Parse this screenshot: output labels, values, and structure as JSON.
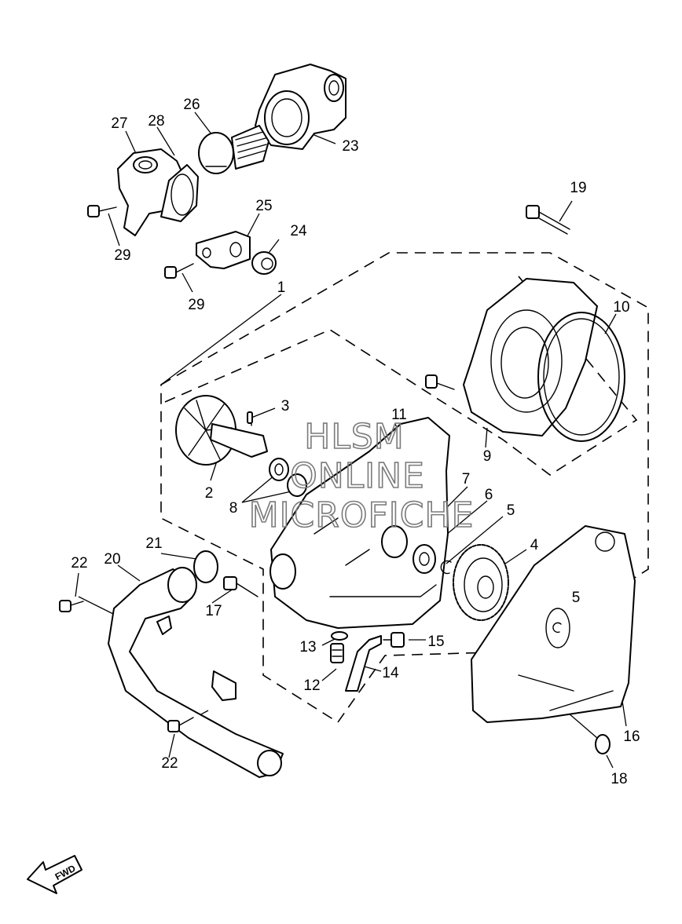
{
  "diagram": {
    "part_labels": [
      "1",
      "2",
      "3",
      "4",
      "5",
      "5",
      "6",
      "7",
      "8",
      "9",
      "10",
      "11",
      "12",
      "13",
      "14",
      "15",
      "16",
      "17",
      "18",
      "19",
      "20",
      "21",
      "22",
      "22",
      "23",
      "24",
      "25",
      "26",
      "27",
      "28",
      "29",
      "29"
    ],
    "watermark": [
      "HLSM",
      "ONLINE",
      "MICROFICHE"
    ],
    "direction_marker": "FWD"
  }
}
